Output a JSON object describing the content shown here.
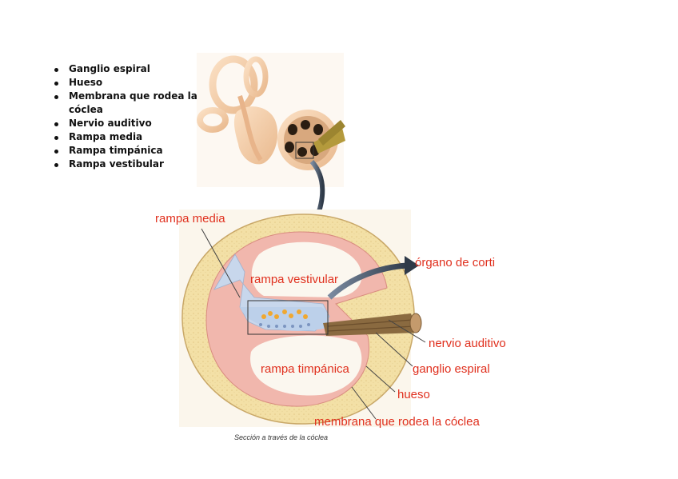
{
  "legend_list": [
    "Ganglio espiral",
    "Hueso",
    "Membrana que rodea la cóclea",
    "Nervio auditivo",
    "Rampa media",
    "Rampa timpánica",
    "Rampa vestibular"
  ],
  "labels": {
    "rampa_media": "rampa media",
    "rampa_vestivular": "rampa vestivular",
    "organo_corti": "órgano de corti",
    "nervio_auditivo": "nervio auditivo",
    "ganglio_espiral": "ganglio espiral",
    "rampa_timpanica": "rampa timpánica",
    "hueso": "hueso",
    "membrana": "membrana que rodea la cóclea"
  },
  "caption": "Sección a través de la cóclea",
  "colors": {
    "label_red": "#e0301e",
    "bone": "#f2dfa3",
    "membrane": "#f0b0a6",
    "duct_blue": "#c7d6ec",
    "nerve": "#8a6a40"
  }
}
